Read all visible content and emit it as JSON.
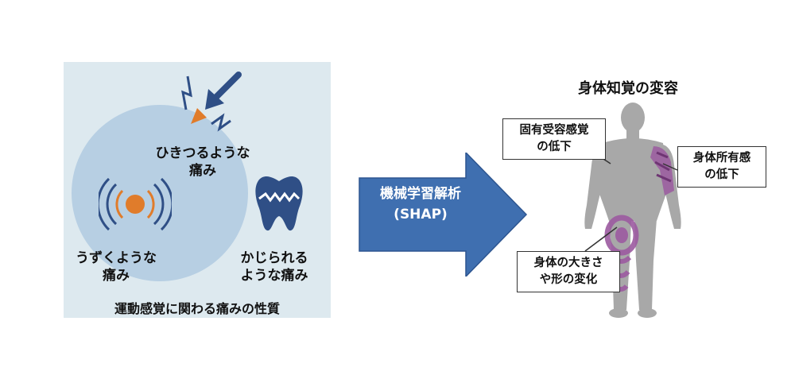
{
  "left_panel": {
    "pain_labels": {
      "hikitsuru_line1": "ひきつるような",
      "hikitsuru_line2": "痛み",
      "uzuku_line1": "うずくような",
      "uzuku_line2": "痛み",
      "kajirareru_line1": "かじられる",
      "kajirareru_line2": "ような痛み"
    },
    "title": "運動感覚に関わる痛みの性質",
    "icons": [
      "lightning-arrow-icon",
      "radiating-pulse-icon",
      "cracked-tooth-icon"
    ]
  },
  "arrow": {
    "line1": "機械学習解析",
    "line2": "(SHAP)",
    "color": "#3f6fb0"
  },
  "right_panel": {
    "title": "身体知覚の変容",
    "callouts": {
      "proprioception_line1": "固有受容感覚",
      "proprioception_line2": "の低下",
      "ownership_line1": "身体所有感",
      "ownership_line2": "の低下",
      "shape_line1": "身体の大きさ",
      "shape_line2": "や形の変化"
    },
    "colors": {
      "body": "#a8a8a8",
      "highlight": "#9b5aa0"
    }
  }
}
